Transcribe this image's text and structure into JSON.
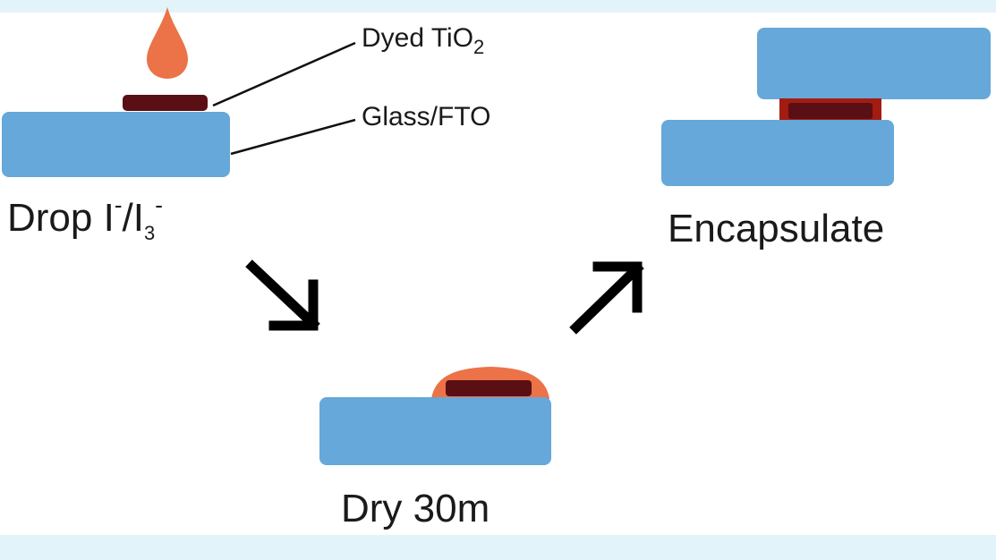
{
  "colors": {
    "frame_band": "#e3f3fa",
    "glass": "#66a8d9",
    "tio2_dark": "#5a0f14",
    "tio2_frame": "#a31c12",
    "electrolyte": "#ec7248",
    "arrow": "#000000"
  },
  "labels": {
    "dyed_tio2": {
      "main": "Dyed TiO",
      "sub": "2"
    },
    "glass_fto": "Glass/FTO",
    "step1": {
      "part1": "Drop I",
      "sup1": "-",
      "part2": "/I",
      "sub2": "3",
      "sup2": "-"
    },
    "step2": "Dry 30m",
    "step3": "Encapsulate"
  },
  "icons": {
    "droplet": "droplet-icon",
    "arrow_down_right": "arrow-down-right-icon",
    "arrow_up_right": "arrow-up-right-icon"
  }
}
